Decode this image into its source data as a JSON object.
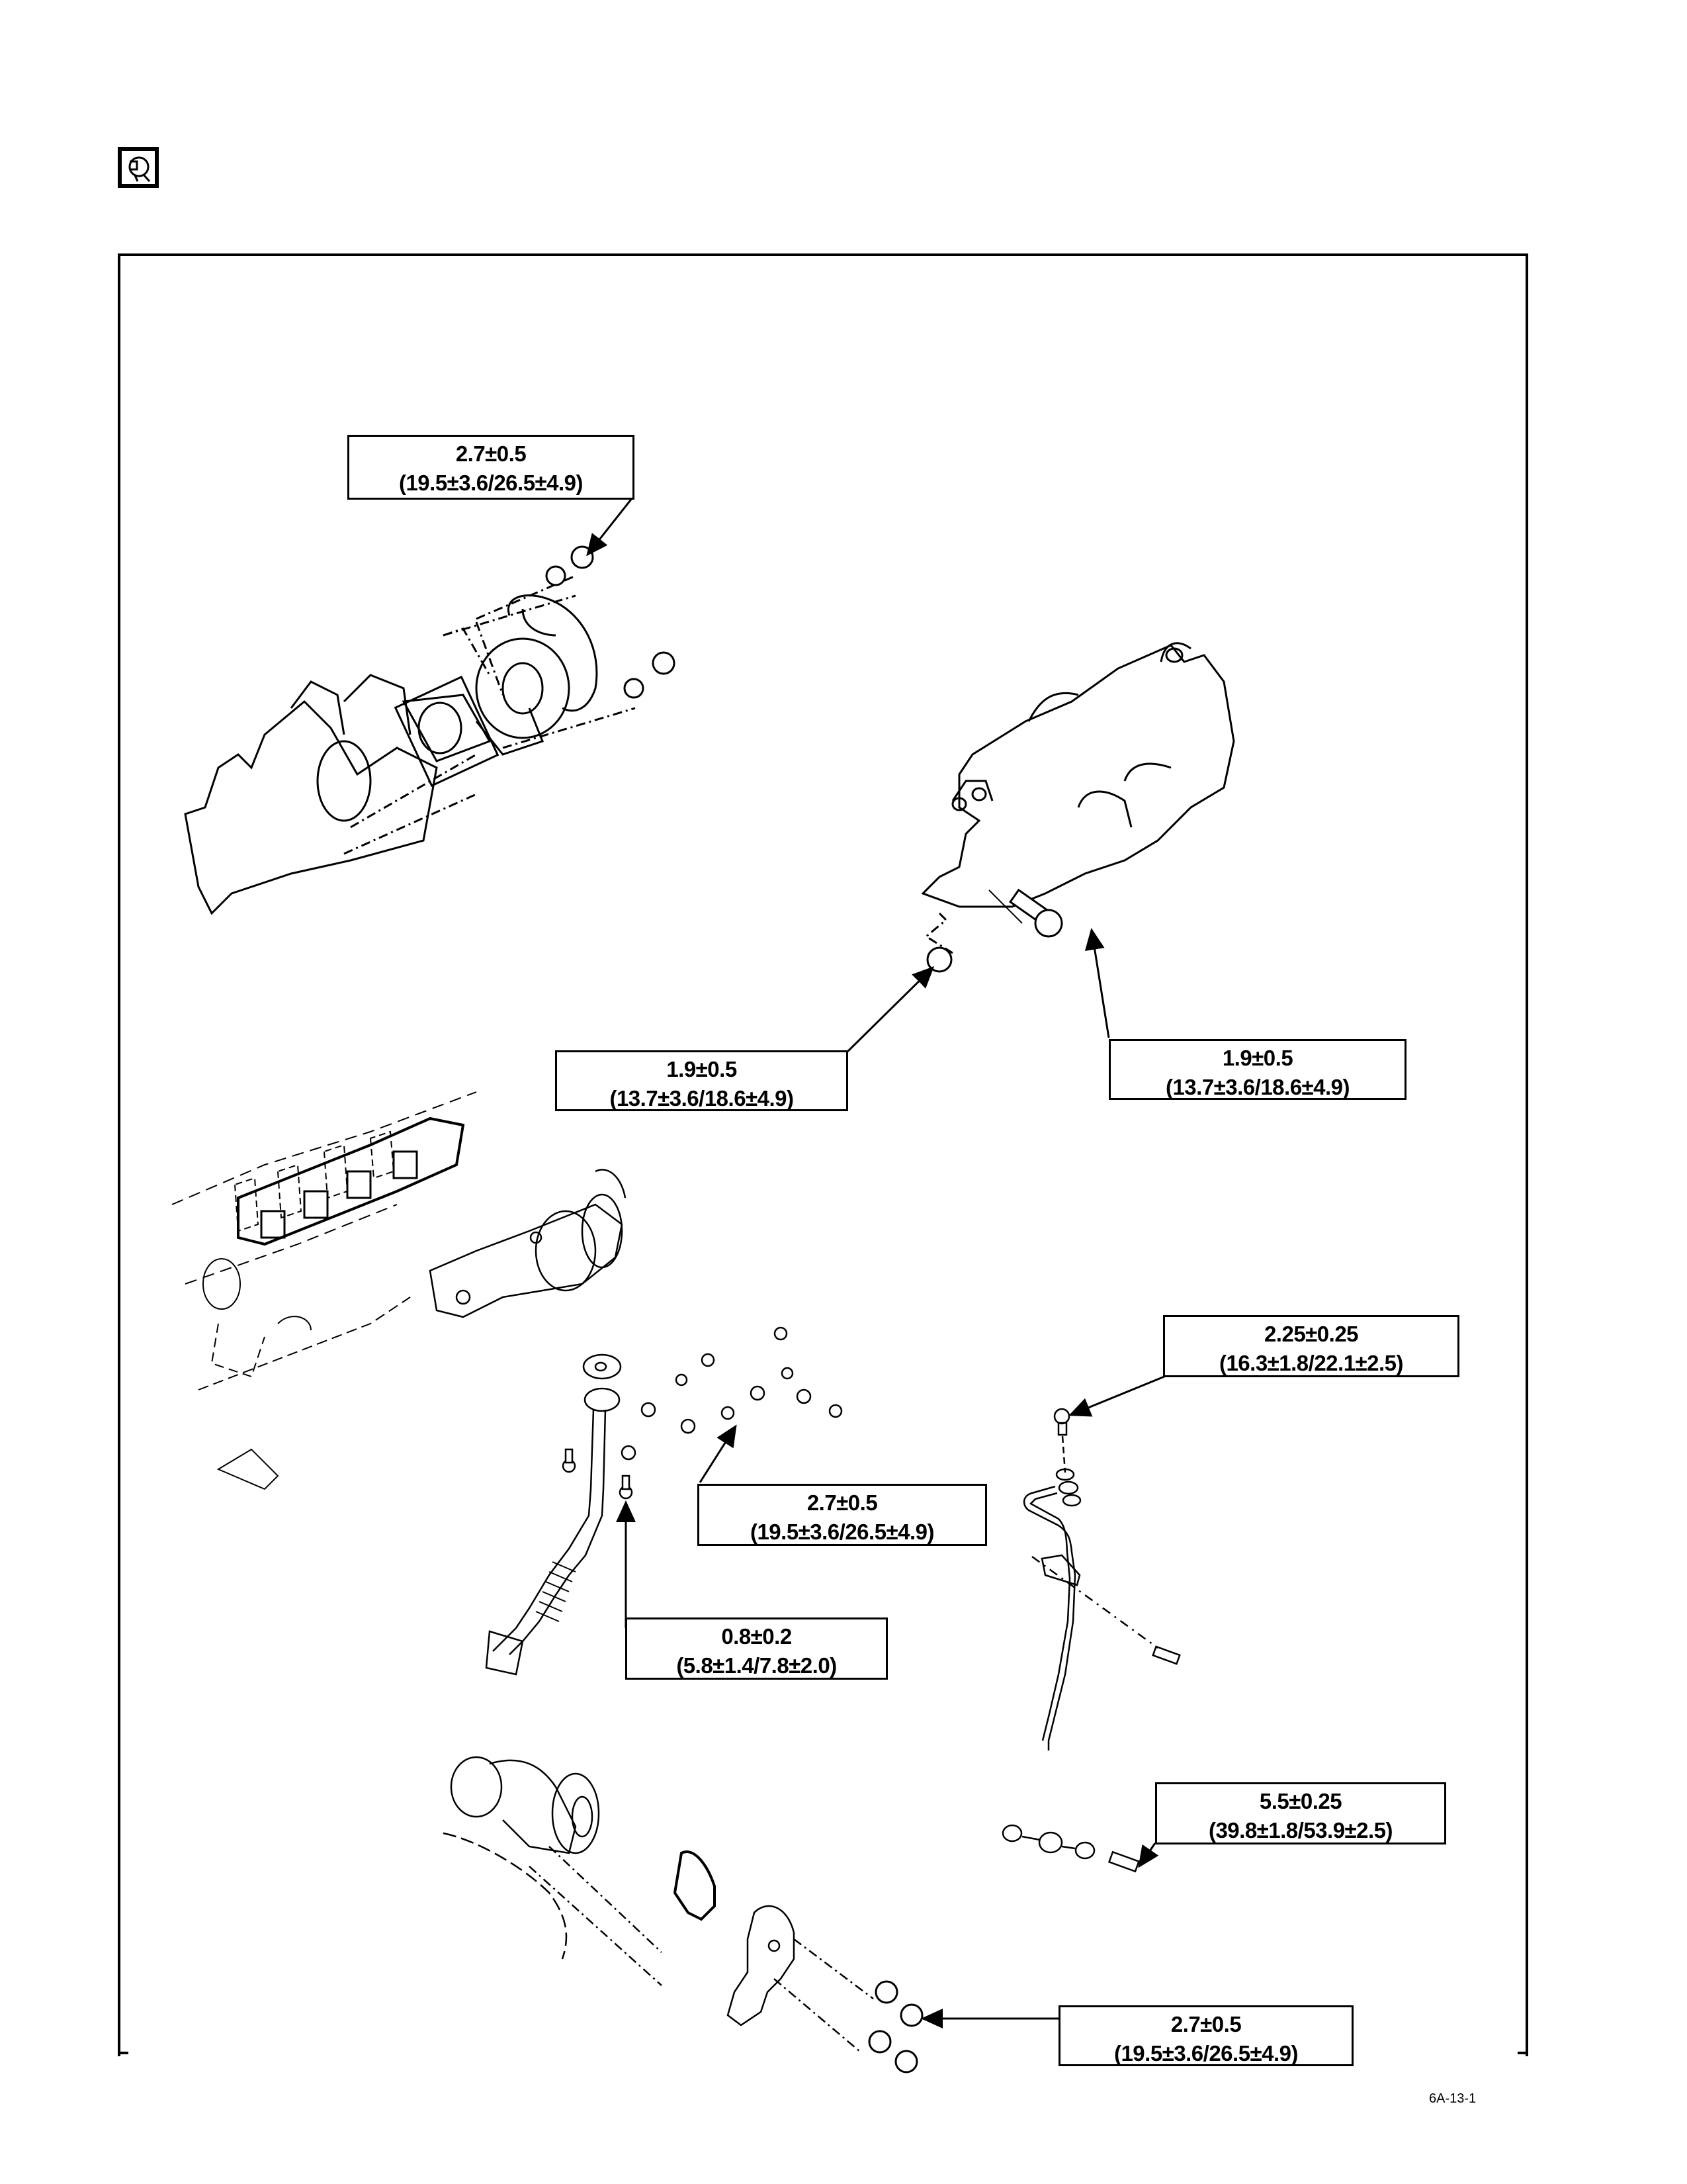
{
  "page": {
    "icon": "torque-wrench-inspect-icon",
    "figure_id": "6A-13-1",
    "background_color": "#ffffff",
    "line_color": "#000000"
  },
  "callouts": [
    {
      "id": "turbo-to-manifold-nuts",
      "torque": "2.7±0.5",
      "detail": "(19.5±3.6/26.5±4.9)"
    },
    {
      "id": "heat-shield-nut",
      "torque": "1.9±0.5",
      "detail": "(13.7±3.6/18.6±4.9)"
    },
    {
      "id": "heat-shield-bolt",
      "torque": "1.9±0.5",
      "detail": "(13.7±3.6/18.6±4.9)"
    },
    {
      "id": "oil-feed-eye-bolt",
      "torque": "2.25±0.25",
      "detail": "(16.3±1.8/22.1±2.5)"
    },
    {
      "id": "manifold-bolts",
      "torque": "2.7±0.5",
      "detail": "(19.5±3.6/26.5±4.9)"
    },
    {
      "id": "egr-pipe-bolt",
      "torque": "0.8±0.2",
      "detail": "(5.8±1.4/7.8±2.0)"
    },
    {
      "id": "oil-feed-lower-eye-bolt",
      "torque": "5.5±0.25",
      "detail": "(39.8±1.8/53.9±2.5)"
    },
    {
      "id": "exhaust-adapter-nuts",
      "torque": "2.7±0.5",
      "detail": "(19.5±3.6/26.5±4.9)"
    }
  ],
  "components": [
    "exhaust-manifold-with-turbocharger",
    "exhaust-manifold-heat-shield",
    "cylinder-head-and-manifold-gasket",
    "egr-pipe",
    "turbo-oil-feed-pipe",
    "turbo-exhaust-outlet-adapter"
  ]
}
